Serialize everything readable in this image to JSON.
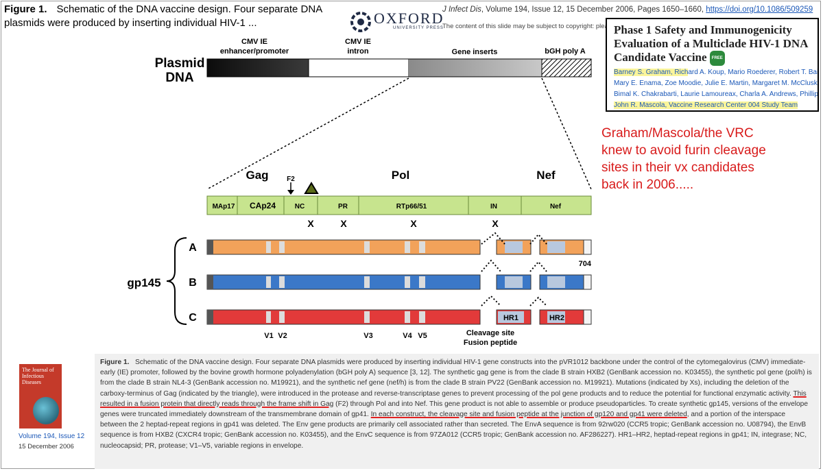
{
  "header": {
    "figure_label": "Figure 1.",
    "figure_text": "Schematic of the DNA vaccine design. Four separate DNA plasmids were produced by inserting individual HIV-1 ..."
  },
  "publisher": {
    "logo_word": "OXFORD",
    "logo_sub": "UNIVERSITY PRESS"
  },
  "citation": {
    "journal": "J Infect Dis",
    "details": ", Volume 194, Issue 12, 15 December 2006, Pages 1650–1660, ",
    "doi": "https://doi.org/10.1086/509259",
    "copyright": "The content of this slide may be subject to copyright: please"
  },
  "paper": {
    "title": "Phase 1 Safety and Immunogenicity Evaluation of a Multiclade HIV-1 DNA Candidate Vaccine",
    "badge": "FREE",
    "authors": [
      {
        "highlight": "Barney S. Graham, Rich",
        "rest": "ard A. Koup, Mario Roederer, Robert T. Bailer,"
      },
      {
        "highlight": "",
        "rest": "Mary E. Enama, Zoe Moodie, Julie E. Martin, Margaret M. McCluskey,"
      },
      {
        "highlight": "",
        "rest": "Bimal K. Chakrabarti, Laurie Lamoureax, Charla A. Andrews, Phillip L."
      },
      {
        "highlight": "John R. Mascola, Vaccine Research Center 004 Study Team",
        "rest": ""
      }
    ]
  },
  "annotation": {
    "lines": [
      "Graham/Mascola/the VRC",
      "knew to avoid furin cleavage",
      "sites in their vx candidates",
      "back in 2006....."
    ]
  },
  "diagram": {
    "plasmid_label_1": "Plasmid",
    "plasmid_label_2": "DNA",
    "segment_labels": {
      "cmv_enhancer_1": "CMV IE",
      "cmv_enhancer_2": "enhancer/promoter",
      "cmv_intron_1": "CMV IE",
      "cmv_intron_2": "intron",
      "gene_inserts": "Gene inserts",
      "bgh": "bGH poly A"
    },
    "gene_header": {
      "gag": "Gag",
      "f2": "F2",
      "pol": "Pol",
      "nef": "Nef"
    },
    "gene_bar": [
      "MAp17",
      "CAp24",
      "NC",
      "PR",
      "RTp66/51",
      "IN",
      "Nef"
    ],
    "x_mark": "X",
    "gp145_label": "gp145",
    "construct_labels": [
      "A",
      "B",
      "C"
    ],
    "number_704": "704",
    "hr1": "HR1",
    "hr2": "HR2",
    "v_labels": [
      "V1",
      "V2",
      "V3",
      "V4",
      "V5"
    ],
    "cleavage_1": "Cleavage site",
    "cleavage_2": "Fusion peptide",
    "colors": {
      "A": "#f2a25a",
      "B": "#3b78c8",
      "C": "#e23a3a",
      "gene_bar": "#c7e48e",
      "underline": "#e02020"
    }
  },
  "caption": {
    "label": "Figure 1.",
    "p1": "Schematic of the DNA vaccine design. Four separate DNA plasmids were produced by inserting individual HIV-1 gene constructs into the pVR1012 backbone under the control of the cytomegalovirus (CMV) immediate-early (IE) promoter, followed by the bovine growth hormone polyadenylation (bGH poly A) sequence [3, 12]. The synthetic gag gene is from the clade B strain HXB2 (GenBank accession no. K03455), the synthetic pol gene (pol/h) is from the clade B strain NL4-3 (GenBank accession no. M19921), and the synthetic nef gene (nef/h) is from the clade B strain PV22 (GenBank accession no. M19921). Mutations (indicated by Xs), including the deletion of the carboxy-terminus of Gag (indicated by the triangle), were introduced in the protease and reverse-transcriptase genes to prevent processing of the pol gene products and to reduce the potential for functional enzymatic activity. ",
    "u1": "This resulted in a fusion protein that directly reads through the frame shift in Gag",
    "p2": " (F2) through Pol and into Nef. This gene product is not able to assemble or produce pseudoparticles. To create synthetic gp145, versions of the envelope genes were truncated immediately downstream of the transmembrane domain of gp41. ",
    "u2": "In each construct, the cleavage site and fusion peptide at the junction of gp120 and gp41 were deleted",
    "p3": ", and a portion of the interspace between the 2 heptad-repeat regions in gp41 was deleted. The Env gene products are primarily cell associated rather than secreted. The EnvA sequence is from 92rw020 (CCR5 tropic; GenBank accession no. U08794), the EnvB sequence is from HXB2 (CXCR4 tropic; GenBank accession no. K03455), and the EnvC sequence is from 97ZA012 (CCR5 tropic; GenBank accession no. AF286227). HR1–HR2, heptad-repeat regions in gp41; IN, integrase; NC, nucleocapsid; PR, protease; V1–V5, variable regions in envelope."
  },
  "journal": {
    "cover_title": "The Journal of Infectious Diseases",
    "volume_link": "Volume 194, Issue 12",
    "date": "15 December 2006"
  }
}
